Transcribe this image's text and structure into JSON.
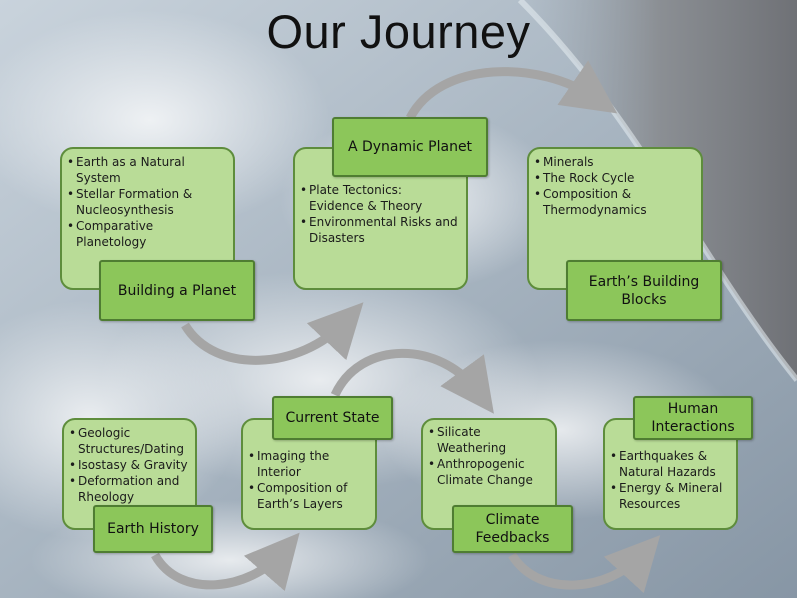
{
  "title": "Our Journey",
  "stages": [
    {
      "label": "Building a Planet",
      "bullets": [
        "Earth as a Natural System",
        "Stellar Formation & Nucleosynthesis",
        "Comparative Planetology"
      ]
    },
    {
      "label": "A Dynamic Planet",
      "bullets": [
        "Plate Tectonics: Evidence & Theory",
        "Environmental Risks and Disasters"
      ]
    },
    {
      "label": "Earth’s Building Blocks",
      "bullets": [
        "Minerals",
        "The Rock Cycle",
        "Composition & Thermodynamics"
      ]
    },
    {
      "label": "Earth History",
      "bullets": [
        "Geologic Structures/Dating",
        "Isostasy & Gravity",
        "Deformation and Rheology"
      ]
    },
    {
      "label": "Current State",
      "bullets": [
        "Imaging the Interior",
        "Composition of Earth’s Layers"
      ]
    },
    {
      "label": "Climate Feedbacks",
      "bullets": [
        "Silicate Weathering",
        "Anthropogenic Climate Change"
      ]
    },
    {
      "label": "Human Interactions",
      "bullets": [
        "Earthquakes & Natural Hazards",
        "Energy & Mineral Resources"
      ]
    }
  ],
  "colors": {
    "box_fill": "#b9dc97",
    "label_fill": "#8cc65a",
    "arrow": "#a5a5a5"
  }
}
